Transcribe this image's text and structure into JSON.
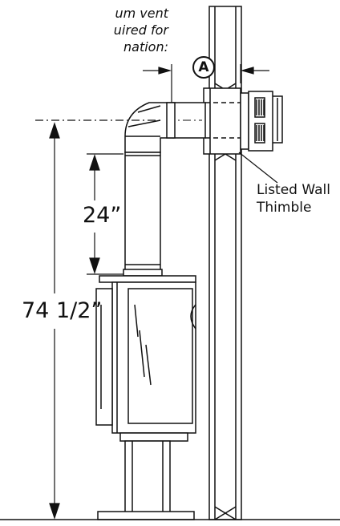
{
  "note": {
    "lines": [
      "um vent",
      "uired for",
      "nation:"
    ]
  },
  "dimensions": {
    "vertical_rise": "24”",
    "total_height": "74 1/2”"
  },
  "marker": {
    "label": "A"
  },
  "callout": {
    "line1": "Listed Wall",
    "line2": "Thimble"
  }
}
